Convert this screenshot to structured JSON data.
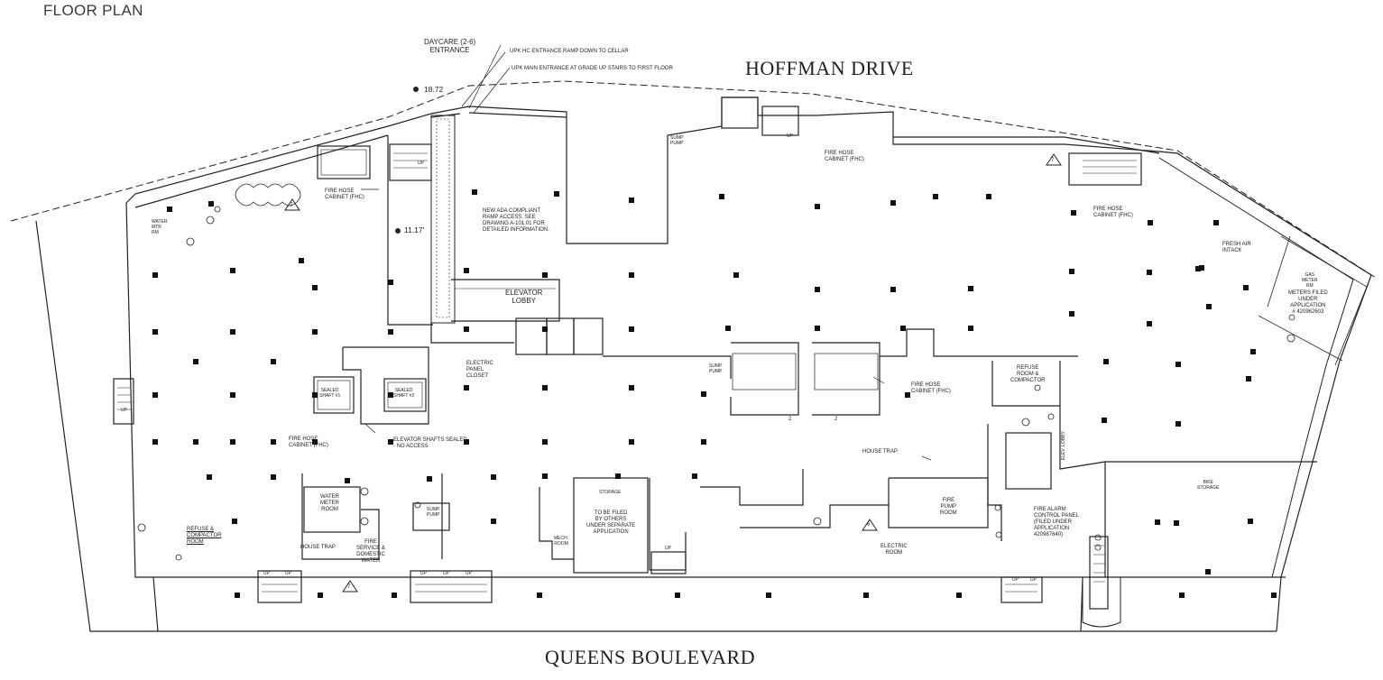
{
  "header": {
    "title": "FLOOR PLAN"
  },
  "streets": {
    "north": "HOFFMAN DRIVE",
    "south": "QUEENS BOULEVARD"
  },
  "entrance_notes": {
    "daycare": "DAYCARE (2-6)\nENTRANCE",
    "upk_ramp": "UPK HC ENTRANCE RAMP DOWN TO CELLAR",
    "upk_main": "UPK MAIN ENTRANCE AT GRADE UP STAIRS TO FIRST FLOOR"
  },
  "elevations": {
    "grade_high": "18.72",
    "grade_low": "11.17'"
  },
  "ramp_note": "NEW ADA COMPLIANT\nRAMP ACCESS.  SEE\nDRAWING A-101.01 FOR\nDETAILED INFORMATION.",
  "fire_hose_cabinets": {
    "nw": "FIRE HOSE\nCABINET (FHC)",
    "n": "FIRE HOSE\nCABINET (FHC)",
    "ne": "FIRE HOSE\nCABINET (FHC)",
    "center": "FIRE HOSE\nCABINET (FHC)",
    "west": "FIRE HOSE\nCABINET (FHC)"
  },
  "rooms": {
    "elevator_lobby": "ELEVATOR\nLOBBY",
    "electric_closet": "ELECTRIC\nPANEL\nCLOSET",
    "sealed_shaft_1": "SEALED\nSHAFT #1",
    "sealed_shaft_2": "SEALED\nSHAFT #2",
    "shafts_note": "ELEVATOR SHAFTS SEALED\n- NO ACCESS",
    "water_meter_small": "WATER\nMTR\nRM",
    "water_meter_room": "WATER\nMETER\nROOM",
    "sump_pump_s": "SUMP\nPUMP",
    "sump_pump_n": "SUMP\nPUMP",
    "sump_pump_c": "SUMP\nPUMP",
    "refuse_w": "REFUSE &\nCOMPACTOR\nROOM",
    "house_trap_w": "HOUSE TRAP",
    "fire_service": "FIRE\nSERVICE &\nDOMESTIC\nWATER",
    "storage": "STORAGE",
    "filed_by_others": "TO BE FILED\nBY OTHERS\nUNDER SEPARATE\nAPPLICATION",
    "mech_room": "MECH.\nROOM",
    "electric_room": "ELECTRIC\nROOM",
    "fire_pump_room": "FIRE\nPUMP\nROOM",
    "house_trap_e": "HOUSE TRAP",
    "refuse_e": "REFUSE\nROOM &\nCOMPACTOR",
    "fire_alarm": "FIRE ALARM\nCONTROL PANEL\n(FILED UNDER\nAPPLICATION\n420987640)",
    "bike_storage": "BIKE\nSTORAGE",
    "fresh_air": "FRESH AIR\nINTACK",
    "gas_meter": "GAS\nMETER\nRM",
    "meters_filed": "METERS FILED\nUNDER\nAPPLICATION\n# 420962603",
    "elev_lobby_small": "ELEV. LOBBY"
  },
  "markers": {
    "tag_7": "7",
    "tag_6": "6",
    "tag_2": "2",
    "up": "UP"
  }
}
